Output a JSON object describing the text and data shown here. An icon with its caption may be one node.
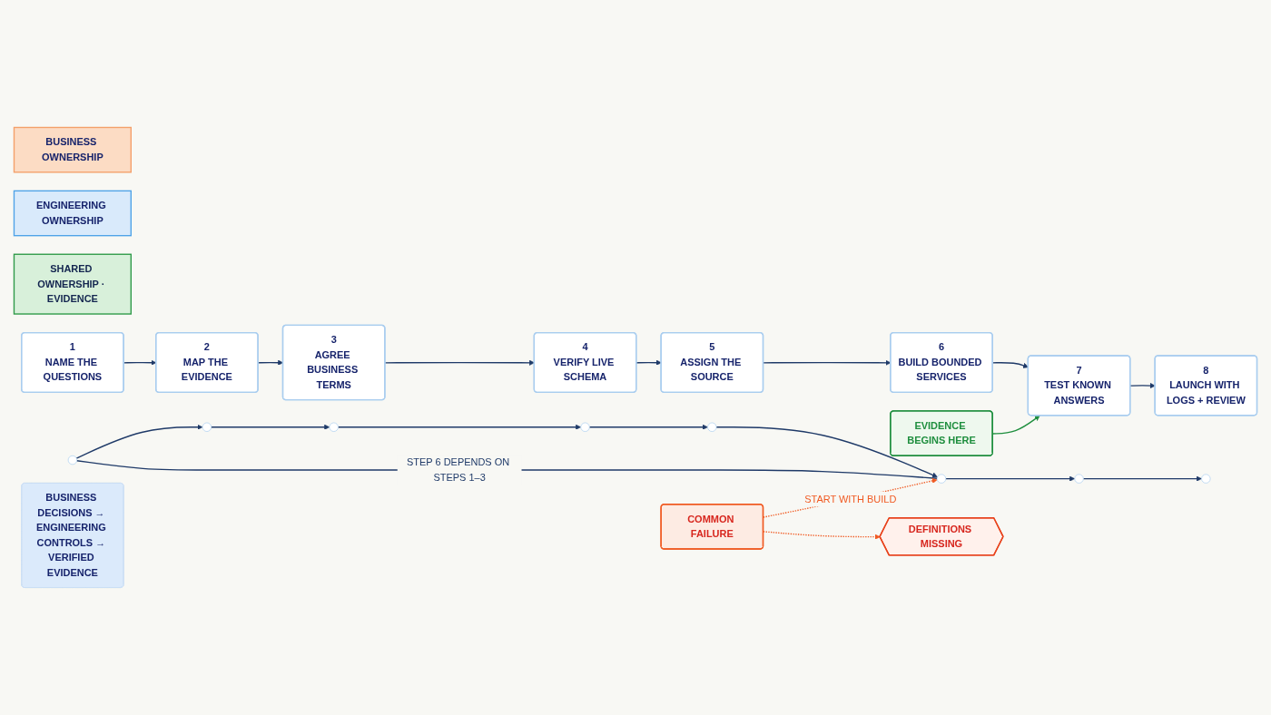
{
  "diagram": {
    "nodes": [
      {
        "text": [
          "BUSINESS OWNERSHIP"
        ]
      },
      {
        "text": [
          "ENGINEERING OWNERSHIP"
        ]
      },
      {
        "text": [
          "SHARED OWNERSHIP · EVIDENCE"
        ]
      },
      {
        "text": [
          "EVIDENCE BEGINS HERE"
        ]
      },
      {
        "text": [
          "1",
          "NAME THE QUESTIONS"
        ]
      },
      {
        "text": [
          "2",
          "MAP THE EVIDENCE"
        ]
      },
      {
        "text": [
          "3",
          "AGREE BUSINESS TERMS"
        ]
      },
      {
        "text": [
          "4",
          "VERIFY LIVE SCHEMA"
        ]
      },
      {
        "text": [
          "5",
          "ASSIGN THE SOURCE"
        ]
      },
      {
        "text": [
          "6",
          "BUILD BOUNDED SERVICES"
        ]
      },
      {
        "text": [
          "7",
          "TEST KNOWN ANSWERS"
        ]
      },
      {
        "text": [
          "8",
          "LAUNCH WITH LOGS + REVIEW"
        ]
      },
      {
        "text": [],
        "shape": "circle"
      },
      {
        "text": [],
        "shape": "circle"
      },
      {
        "text": [],
        "shape": "circle"
      },
      {
        "text": [],
        "shape": "circle"
      },
      {
        "text": [],
        "shape": "circle"
      },
      {
        "text": [],
        "shape": "circle"
      },
      {
        "text": [],
        "shape": "circle"
      },
      {
        "text": [],
        "shape": "circle"
      },
      {
        "text": [
          "COMMON FAILURE"
        ]
      },
      {
        "text": [
          "DEFINITIONS MISSING"
        ]
      },
      {
        "text": [
          "BUSINESS DECISIONS → ENGINEERING CONTROLS → VERIFIED EVIDENCE"
        ]
      }
    ],
    "edges": [
      {
        "from": 4,
        "to": 5,
        "arrow": "to"
      },
      {
        "from": 5,
        "to": 6,
        "arrow": "to"
      },
      {
        "from": 6,
        "to": 7,
        "arrow": "to"
      },
      {
        "from": 7,
        "to": 8,
        "arrow": "to"
      },
      {
        "from": 8,
        "to": 9,
        "arrow": "to"
      },
      {
        "from": 9,
        "to": 10,
        "arrow": "to"
      },
      {
        "from": 10,
        "to": 11,
        "arrow": "to"
      },
      {
        "from": 3,
        "to": 10,
        "arrow": "to",
        "color": "#1e8e3e"
      },
      {
        "from": 12,
        "to": 13,
        "arrow": "to"
      },
      {
        "from": 13,
        "to": 14,
        "arrow": "to"
      },
      {
        "from": 14,
        "to": 15,
        "arrow": "to"
      },
      {
        "from": 15,
        "to": 16,
        "arrow": "to"
      },
      {
        "from": 16,
        "to": 17,
        "arrow": "to"
      },
      {
        "from": 17,
        "to": 18,
        "arrow": "to"
      },
      {
        "from": 18,
        "to": 19,
        "arrow": "to"
      },
      {
        "from": 12,
        "to": 17,
        "arrow": "none",
        "label": "STEP 6 DEPENDS ON STEPS 1–3"
      },
      {
        "from": 20,
        "to": 17,
        "arrow": "to",
        "style": "dashed",
        "color": "#f05a22",
        "label": "START WITH BUILD"
      },
      {
        "from": 20,
        "to": 21,
        "arrow": "to",
        "style": "dashed",
        "color": "#f05a22"
      }
    ]
  }
}
